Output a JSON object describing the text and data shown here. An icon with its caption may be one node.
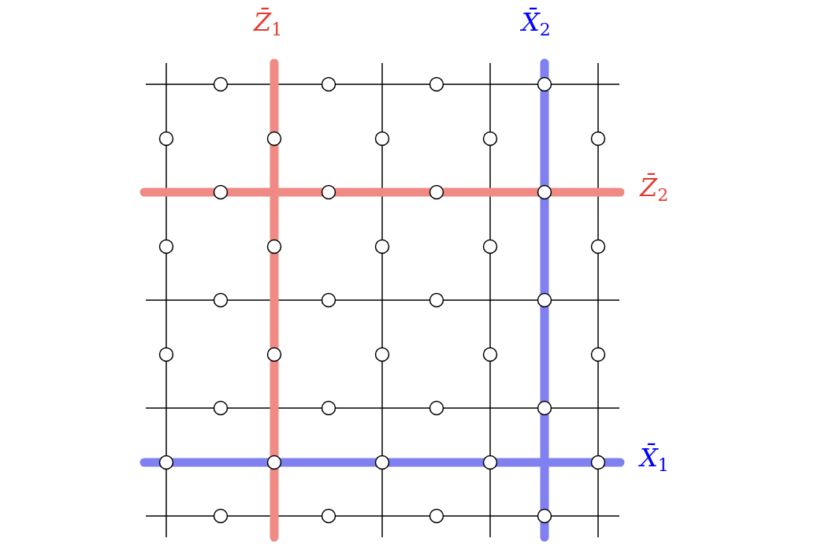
{
  "diagram": {
    "labels": [
      "*Z̄*$_{1}$",
      "*X̄*$_{2}$",
      "*Z̄*$_{2}$",
      "*X̄*$_{1}$"
    ]
  }
}
